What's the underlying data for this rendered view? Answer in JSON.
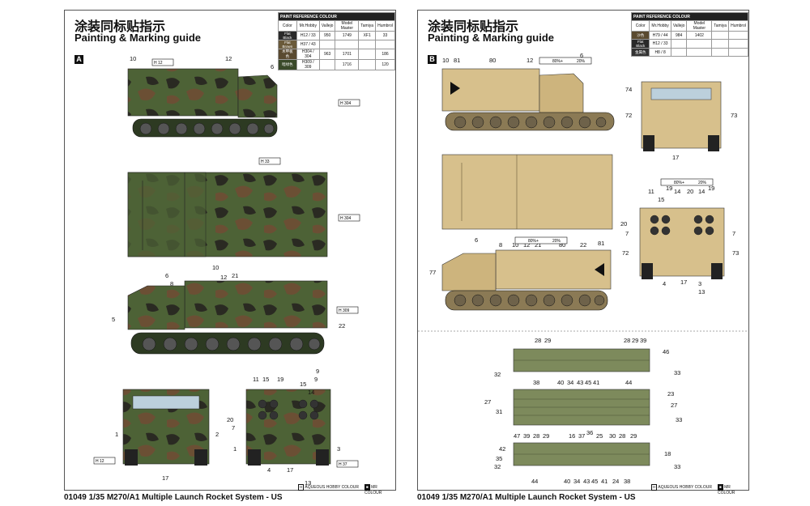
{
  "pageA": {
    "title_cn": "涂装同标贴指示",
    "title_en": "Painting & Marking guide",
    "badge": "A",
    "footer": "01049 1/35 M270/A1 Multiple Launch Rocket System - US",
    "legend_aqueous": "AQUEOUS HOBBY COLOUR",
    "legend_mr": "MR COLOUR",
    "table": {
      "header": "PAINT  REFERENCE COLOUR",
      "columns": [
        "Color",
        "Mr.Hobby",
        "Vallejo",
        "Model Master",
        "Tamiya",
        "Humbrol"
      ],
      "rows": [
        {
          "name": "Flat Black",
          "mrhobby": "H12 / 33",
          "vallejo": "950",
          "modelmaster": "1749",
          "tamiya": "XF1",
          "humbrol": "33"
        },
        {
          "name": "Flat Brown",
          "mrhobby": "H37 / 43",
          "vallejo": "",
          "modelmaster": "",
          "tamiya": "",
          "humbrol": ""
        },
        {
          "name": "木甲板色",
          "mrhobby": "H304 / 304",
          "vallejo": "963",
          "modelmaster": "1701",
          "tamiya": "",
          "humbrol": "186"
        },
        {
          "name": "暗绿色",
          "mrhobby": "H309 / 309",
          "vallejo": "",
          "modelmaster": "1716",
          "tamiya": "",
          "humbrol": "120"
        }
      ]
    },
    "labels": [
      "10",
      "12",
      "6",
      "6",
      "10",
      "12",
      "21",
      "8",
      "5",
      "22",
      "3",
      "11",
      "15",
      "19",
      "9",
      "20",
      "7",
      "1",
      "2",
      "4",
      "17",
      "13",
      "1",
      "17",
      "9",
      "15",
      "14"
    ],
    "color_codes": [
      "H 12",
      "H 304",
      "H 37",
      "H 309",
      "H 33"
    ]
  },
  "pageB": {
    "title_cn": "涂装同标贴指示",
    "title_en": "Painting & Marking guide",
    "badge": "B",
    "footer": "01049 1/35 M270/A1 Multiple Launch Rocket System - US",
    "legend_aqueous": "AQUEOUS HOBBY COLOUR",
    "legend_mr": "MR COLOUR",
    "table": {
      "header": "PAINT  REFERENCE COLOUR",
      "columns": [
        "Color",
        "Mr.Hobby",
        "Vallejo",
        "Model Master",
        "Tamiya",
        "Humbrol"
      ],
      "rows": [
        {
          "name": "沙色",
          "mrhobby": "H79 / 44",
          "vallejo": "984",
          "modelmaster": "1402",
          "tamiya": "",
          "humbrol": ""
        },
        {
          "name": "Flat Black",
          "mrhobby": "H12 / 33",
          "vallejo": "",
          "modelmaster": "",
          "tamiya": "",
          "humbrol": ""
        },
        {
          "name": "金属色",
          "mrhobby": "H8 / 8",
          "vallejo": "",
          "modelmaster": "",
          "tamiya": "",
          "humbrol": ""
        }
      ]
    },
    "mix_text": "80%+",
    "mix_text2": "20%",
    "labels_top": [
      "10",
      "81",
      "80",
      "12",
      "6",
      "74",
      "72",
      "73",
      "17"
    ],
    "labels_mid": [
      "6",
      "8",
      "10",
      "12",
      "21",
      "80",
      "22",
      "81",
      "77",
      "11",
      "15",
      "14",
      "19",
      "20",
      "14",
      "19",
      "20",
      "7",
      "7",
      "72",
      "73",
      "4",
      "17",
      "3",
      "13"
    ],
    "labels_rockets": [
      "28",
      "29",
      "28",
      "29",
      "39",
      "46",
      "32",
      "33",
      "38",
      "40",
      "34",
      "43",
      "45",
      "41",
      "44",
      "23",
      "27",
      "27",
      "31",
      "33",
      "47",
      "39",
      "28",
      "29",
      "16",
      "37",
      "36",
      "25",
      "30",
      "28",
      "29",
      "42",
      "18",
      "35",
      "32",
      "33",
      "44",
      "40",
      "34",
      "43",
      "45",
      "41",
      "24",
      "38"
    ]
  }
}
